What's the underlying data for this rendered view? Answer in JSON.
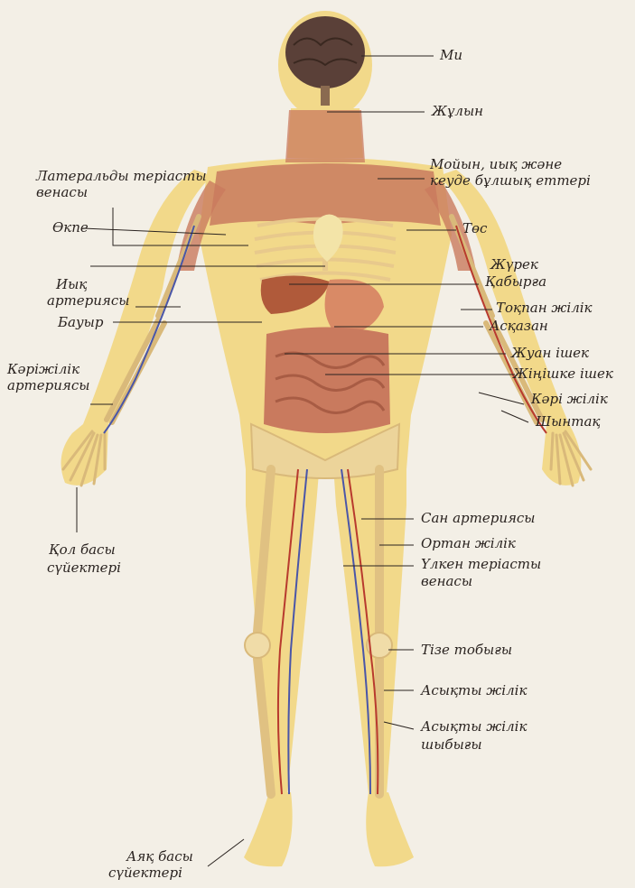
{
  "labels": {
    "brain": "Ми",
    "spinal_cord": "Жұлын",
    "neck_muscles_1": "Мойын, иық және",
    "neck_muscles_2": "кеуде бұлшық еттері",
    "lateral_vein_1": "Латеральды теріасты",
    "lateral_vein_2": "венасы",
    "lung": "Өкпе",
    "sternum": "Төс",
    "heart": "Жүрек",
    "rib": "Қабырға",
    "brachial_artery_1": "Иық",
    "brachial_artery_2": "артериясы",
    "ulna": "Тоқпан жілік",
    "liver": "Бауыр",
    "stomach": "Асқазан",
    "large_intestine": "Жуан ішек",
    "radial_artery_1": "Кәріжілік",
    "radial_artery_2": "артериясы",
    "small_intestine": "Жіңішке ішек",
    "radius": "Кәрі жілік",
    "elbow": "Шынтақ",
    "hand_bones_1": "Қол басы",
    "hand_bones_2": "сүйектері",
    "femoral_artery": "Сан артериясы",
    "femur": "Ортан жілік",
    "great_vein_1": "Үлкен теріасты",
    "great_vein_2": "венасы",
    "knee": "Тізе тобығы",
    "tibia": "Асықты жілік",
    "tibia_shin_1": "Асықты жілік",
    "tibia_shin_2": "шыбығы",
    "foot_bones_1": "Аяқ басы",
    "foot_bones_2": "сүйектері"
  },
  "colors": {
    "background": "#f3efe6",
    "skin": "#f2d98a",
    "muscle": "#c97a5e",
    "bone": "#ecd49a",
    "brain": "#5a4038",
    "artery": "#b83a2e",
    "vein": "#4a56a8",
    "leader_line": "#2a2320"
  }
}
